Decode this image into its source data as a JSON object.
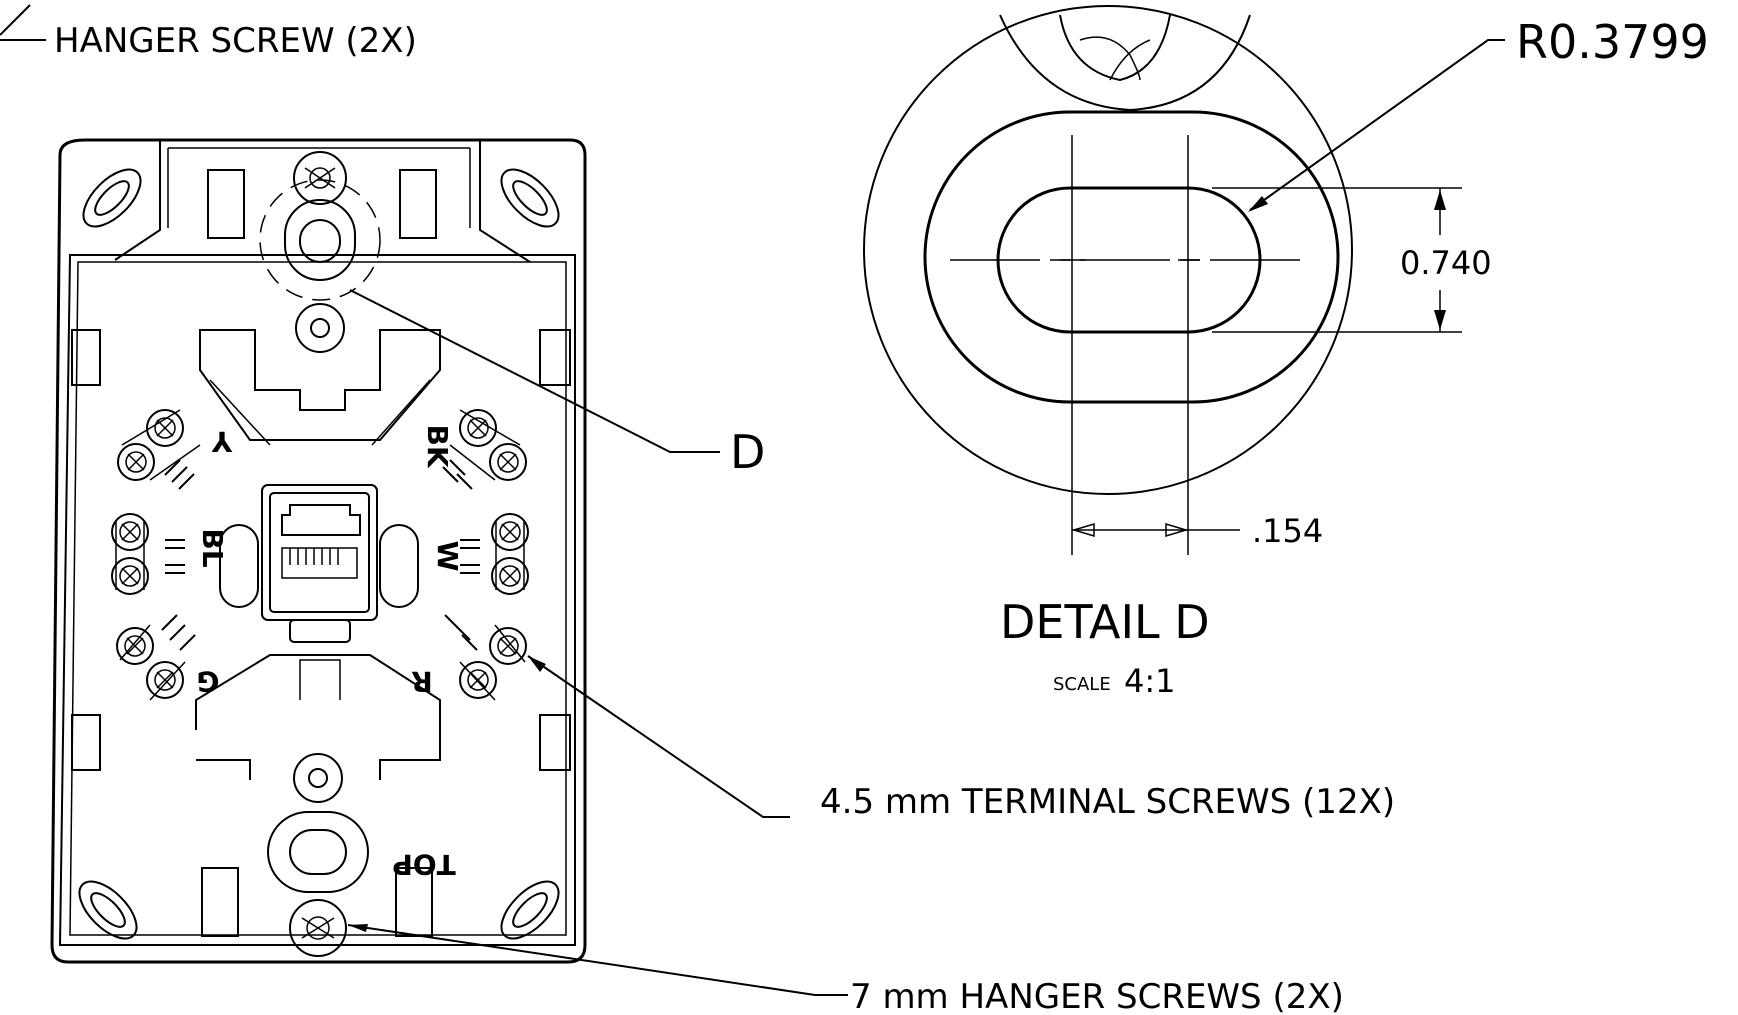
{
  "labels": {
    "hanger_screw_top": "HANGER SCREW (2X)",
    "detail_marker": "D",
    "terminal_screws": "4.5 mm TERMINAL SCREWS (12X)",
    "hanger_screws_bottom": "7 mm HANGER SCREWS (2X)",
    "top_marking": "TOP"
  },
  "detail": {
    "title": "DETAIL D",
    "scale_word": "SCALE",
    "scale_value": "4:1",
    "radius": "R0.3799",
    "height_dim": "0.740",
    "width_dim": ".154"
  },
  "wire_labels": {
    "yellow": "Y",
    "black": "BK",
    "blue": "BL",
    "white": "W",
    "green": "G",
    "red": "R"
  }
}
